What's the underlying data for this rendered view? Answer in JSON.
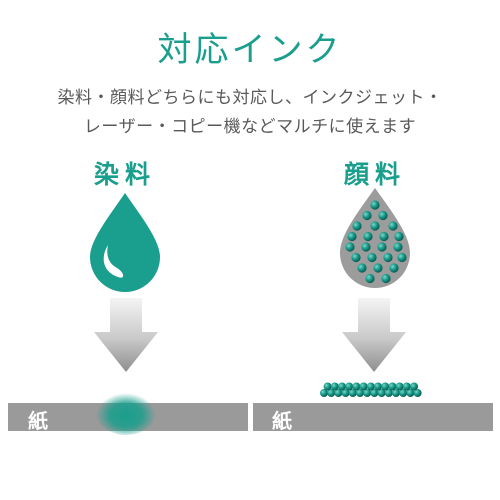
{
  "title": "対応インク",
  "subtitle_lines": [
    "染料・顔料どちらにも対応し、インクジェット・",
    "レーザー・コピー機などマルチに使えます"
  ],
  "dye": {
    "label": "染料",
    "paper_label": "紙"
  },
  "pigment": {
    "label": "顔料",
    "paper_label": "紙"
  },
  "colors": {
    "accent": "#1a9e8d",
    "paper": "#9a9a9a",
    "pigment_drop": "#9c9c9c"
  },
  "icons": [
    "ink-drop-icon",
    "pigment-drop-icon",
    "down-arrow-icon"
  ]
}
